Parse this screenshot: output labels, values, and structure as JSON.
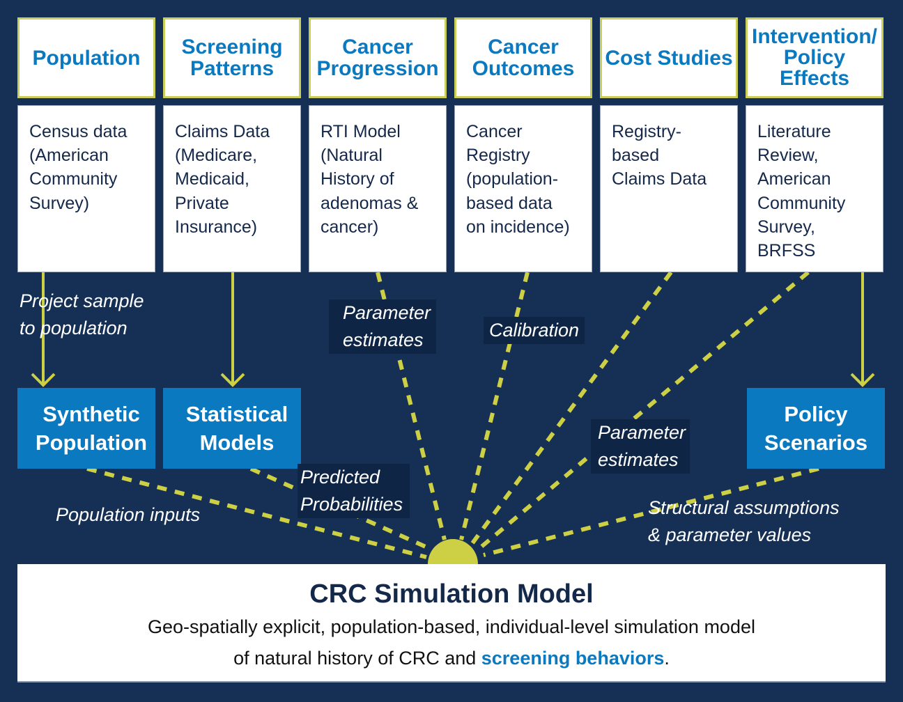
{
  "colors": {
    "background": "#152f55",
    "accent_blue": "#0a79c0",
    "accent_yellow": "#cdd044",
    "box_border": "#c9cf5a",
    "text_dark": "#14284a"
  },
  "categories": [
    {
      "label": "Population"
    },
    {
      "label": "Screening\nPatterns"
    },
    {
      "label": "Cancer\nProgression"
    },
    {
      "label": "Cancer\nOutcomes"
    },
    {
      "label": "Cost Studies"
    },
    {
      "label": "Intervention/\nPolicy\nEffects"
    }
  ],
  "sources": [
    {
      "text": "Census data\n(American\nCommunity\nSurvey)"
    },
    {
      "text": "Claims Data\n(Medicare,\nMedicaid,\nPrivate\nInsurance)"
    },
    {
      "text": "RTI Model\n(Natural\nHistory of\nadenomas &\ncancer)"
    },
    {
      "text": "Cancer\nRegistry\n(population-\nbased data\non incidence)"
    },
    {
      "text": "Registry-\nbased\nClaims Data"
    },
    {
      "text": "Literature\nReview,\nAmerican\nCommunity\nSurvey,\nBRFSS"
    }
  ],
  "outputs": [
    {
      "label": "Synthetic\nPopulation"
    },
    {
      "label": "Statistical\nModels"
    },
    {
      "label": "Policy\nScenarios"
    }
  ],
  "edge_labels": {
    "project_sample": "Project sample\nto population",
    "parameter_estimates_1": "Parameter\nestimates",
    "calibration": "Calibration",
    "parameter_estimates_2": "Parameter\nestimates",
    "predicted_probabilities": "Predicted\nProbabilities",
    "population_inputs": "Population inputs",
    "structural_assumptions": "Structural assumptions\n& parameter values"
  },
  "model": {
    "title": "CRC Simulation Model",
    "description_line1": "Geo-spatially explicit, population-based, individual-level simulation model",
    "description_line2_prefix": "of natural history of CRC and ",
    "description_highlight": "screening behaviors",
    "description_suffix": "."
  }
}
